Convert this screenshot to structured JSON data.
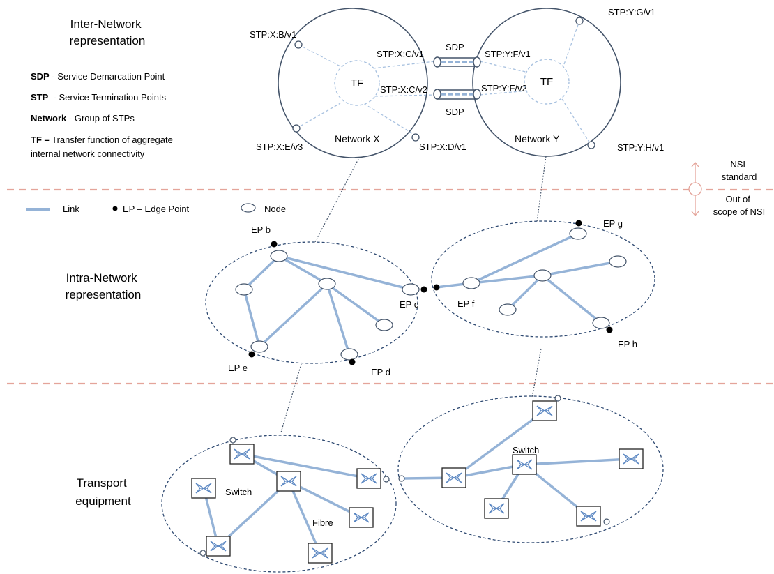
{
  "sections": {
    "inter_title": [
      "Inter-Network",
      "representation"
    ],
    "intra_title": [
      "Intra-Network",
      "representation"
    ],
    "transport_title": [
      "Transport",
      "equipment"
    ]
  },
  "definitions": [
    {
      "term": "SDP",
      "dash": " - ",
      "text": "Service Demarcation Point"
    },
    {
      "term": "STP",
      "dash": "  - ",
      "text": "Service Termination Points"
    },
    {
      "term": "Network",
      "dash": " - ",
      "text": "Group of STPs"
    },
    {
      "term": "TF –",
      "dash": " ",
      "text": "Transfer function of aggregate",
      "text2": "internal network connectivity"
    }
  ],
  "networks": {
    "x": {
      "name": "Network X",
      "tf": "TF"
    },
    "y": {
      "name": "Network Y",
      "tf": "TF"
    }
  },
  "stp_labels": {
    "xb": "STP:X:B/v1",
    "xc1": "STP:X:C/v1",
    "xc2": "STP:X:C/v2",
    "xe": "STP:X:E/v3",
    "xd": "STP:X:D/v1",
    "yf1": "STP:Y:F/v1",
    "yf2": "STP:Y:F/v2",
    "yg": "STP:Y:G/v1",
    "yh": "STP:Y:H/v1",
    "sdp_top": "SDP",
    "sdp_bottom": "SDP"
  },
  "nsi_boundary": {
    "above": [
      "NSI",
      "standard"
    ],
    "below": [
      "Out of",
      "scope of NSI"
    ]
  },
  "legend": {
    "link": "Link",
    "edge_point": "EP – Edge Point",
    "node": "Node"
  },
  "edge_points": {
    "b": "EP b",
    "c": "EP c",
    "d": "EP d",
    "e": "EP e",
    "f": "EP f",
    "g": "EP g",
    "h": "EP h"
  },
  "transport_labels": {
    "switch_left": "Switch",
    "switch_right": "Switch",
    "fibre": "Fibre"
  },
  "colors": {
    "network_outline": "#44546a",
    "dashed_outline": "#2f4a72",
    "link_blue": "#95b3d7",
    "boundary_red": "#e4a49a",
    "nsi_arrow": "#e4a49a",
    "endpoint": "#000000"
  }
}
